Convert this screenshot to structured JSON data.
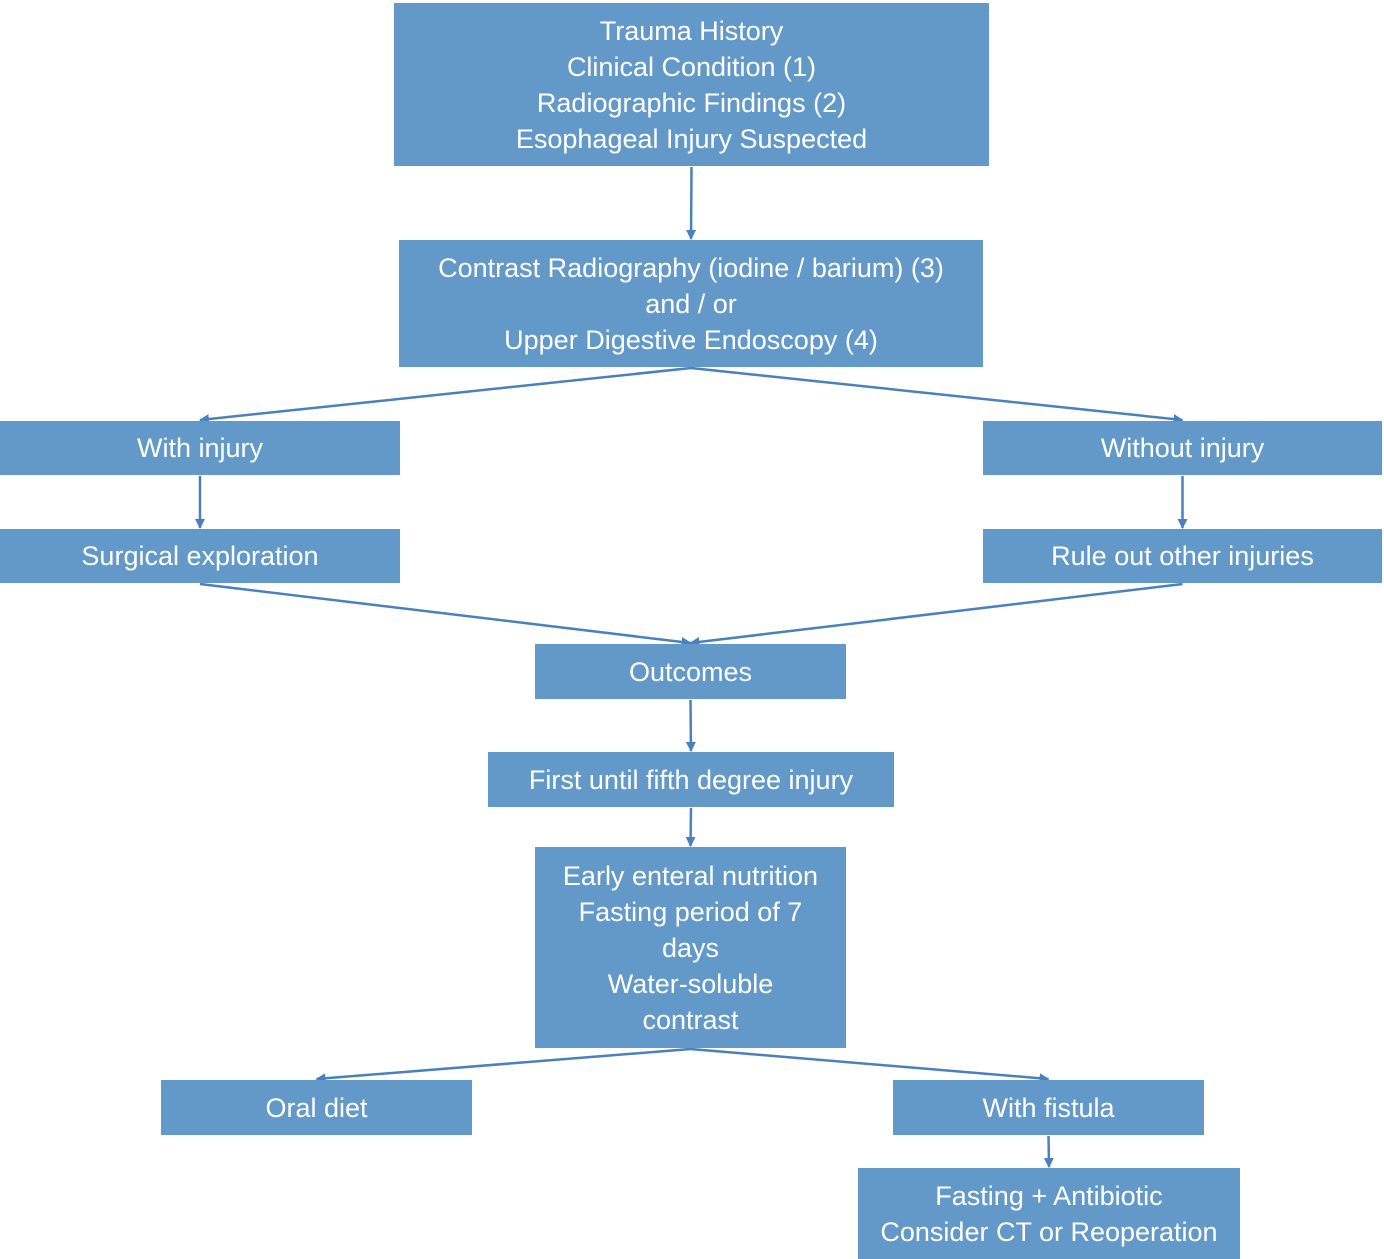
{
  "colors": {
    "box": "#6399c9",
    "arrow": "#4a80bd",
    "text": "#ffffff"
  },
  "nodes": {
    "trauma": {
      "lines": [
        "Trauma History",
        "Clinical Condition (1)",
        "Radiographic Findings (2)",
        "Esophageal Injury Suspected"
      ]
    },
    "contrast": {
      "lines": [
        "Contrast Radiography (iodine / barium) (3)",
        "and / or",
        "Upper Digestive Endoscopy (4)"
      ]
    },
    "with_injury": {
      "label": "With injury"
    },
    "without_injury": {
      "label": "Without injury"
    },
    "surgical": {
      "label": "Surgical exploration"
    },
    "rule_out": {
      "label": "Rule out other injuries"
    },
    "outcomes": {
      "label": "Outcomes"
    },
    "degree": {
      "label": "First until fifth degree injury"
    },
    "nutrition": {
      "lines": [
        "Early enteral nutrition",
        "Fasting period of 7",
        "days",
        "Water-soluble",
        "contrast"
      ]
    },
    "oral_diet": {
      "label": "Oral diet"
    },
    "fistula": {
      "label": "With fistula"
    },
    "fasting": {
      "lines": [
        "Fasting + Antibiotic",
        "Consider CT or Reoperation"
      ]
    }
  },
  "edges": [
    {
      "from": "trauma",
      "to": "contrast"
    },
    {
      "from": "contrast",
      "to": "with_injury"
    },
    {
      "from": "contrast",
      "to": "without_injury"
    },
    {
      "from": "with_injury",
      "to": "surgical"
    },
    {
      "from": "without_injury",
      "to": "rule_out"
    },
    {
      "from": "surgical",
      "to": "outcomes"
    },
    {
      "from": "rule_out",
      "to": "outcomes"
    },
    {
      "from": "outcomes",
      "to": "degree"
    },
    {
      "from": "degree",
      "to": "nutrition"
    },
    {
      "from": "nutrition",
      "to": "oral_diet"
    },
    {
      "from": "nutrition",
      "to": "fistula"
    },
    {
      "from": "fistula",
      "to": "fasting"
    }
  ]
}
